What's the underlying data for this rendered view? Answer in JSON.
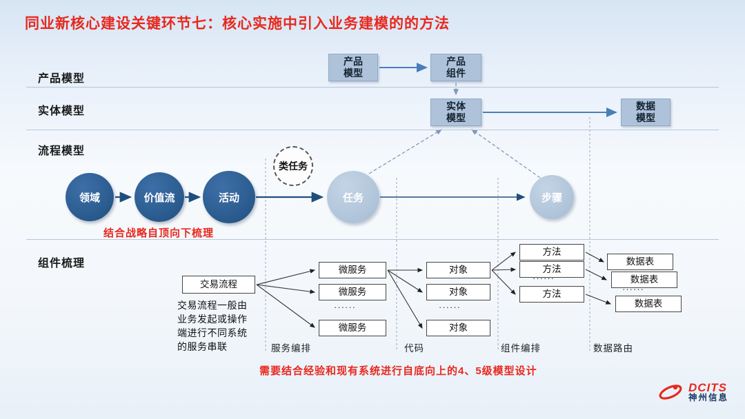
{
  "title": "同业新核心建设关键环节七：核心实施中引入业务建模的的方法",
  "row_labels": {
    "product": "产品模型",
    "entity": "实体模型",
    "process": "流程模型",
    "component": "组件梳理"
  },
  "nodes": {
    "product_model": "产品\n模型",
    "product_component": "产品\n组件",
    "entity_model": "实体\n模型",
    "data_model": "数据\n模型",
    "domain": "领域",
    "value_stream": "价值流",
    "activity": "活动",
    "task_class": "类任务",
    "task": "任务",
    "step": "步骤"
  },
  "notes": {
    "top_down": "结合战略自顶向下梳理",
    "bottom_up": "需要结合经验和现有系统进行自底向上的4、5级模型设计"
  },
  "bottom": {
    "transaction_flow": "交易流程",
    "transaction_desc": "交易流程一般由\n业务发起或操作\n端进行不同系统\n的服务串联",
    "microservice": "微服务",
    "object": "对象",
    "method": "方法",
    "data_table": "数据表",
    "dots": "······",
    "sections": {
      "service_orchestration": "服务编排",
      "code": "代码",
      "component_orchestration": "组件编排",
      "data_routing": "数据路由"
    }
  },
  "logo": {
    "brand": "DCITS",
    "company": "神州信息"
  },
  "colors": {
    "accent_red": "#e8281e",
    "dark_node": "#2d5f93",
    "light_node": "#aec3da"
  }
}
